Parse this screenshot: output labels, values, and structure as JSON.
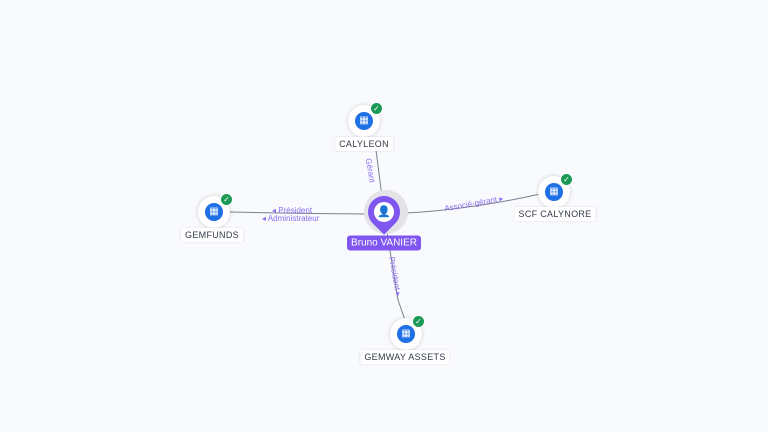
{
  "center": {
    "name": "Bruno VANIER",
    "icon": "person-icon",
    "color": "#7f56f0"
  },
  "nodes": [
    {
      "name": "CALYLEON",
      "icon": "building-icon",
      "verified": true
    },
    {
      "name": "GEMFUNDS",
      "icon": "building-icon",
      "verified": true
    },
    {
      "name": "SCF CALYNORE",
      "icon": "building-icon",
      "verified": true
    },
    {
      "name": "GEMWAY ASSETS",
      "icon": "building-icon",
      "verified": true
    }
  ],
  "edges": [
    {
      "to": "CALYLEON",
      "labels": [
        "Gérant"
      ]
    },
    {
      "to": "GEMFUNDS",
      "labels": [
        "Président",
        "Administrateur"
      ]
    },
    {
      "to": "SCF CALYNORE",
      "labels": [
        "Associé-gérant"
      ]
    },
    {
      "to": "GEMWAY ASSETS",
      "labels": [
        "Président"
      ]
    }
  ]
}
